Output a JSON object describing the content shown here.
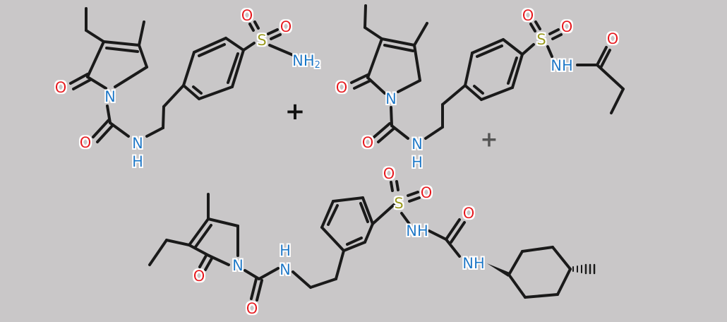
{
  "colors": {
    "background": "#c9c7c8",
    "bond": "#1a1a1a",
    "oxygen": "#e8141b",
    "nitrogen": "#1478c8",
    "sulfur": "#9a9a18",
    "plus_primary": "#111111",
    "plus_secondary": "#555555",
    "halo": "#ffffff"
  },
  "operators": {
    "plus_1": "+",
    "plus_2": "+"
  },
  "molecules": [
    {
      "id": "sulfonamide-intermediate",
      "labels": {
        "o_lactam": "O",
        "n_ring": "N",
        "o_urea": "O",
        "nh_n": "N",
        "nh_h": "H",
        "s": "S",
        "o_s1": "O",
        "o_s2": "O",
        "nh2_n": "NH",
        "nh2_sub": "2"
      }
    },
    {
      "id": "propionyl-sulfonamide",
      "labels": {
        "o_lactam": "O",
        "n_ring": "N",
        "o_urea": "O",
        "nh_n": "N",
        "nh_h": "H",
        "s": "S",
        "o_s1": "O",
        "o_s2": "O",
        "nh": "NH",
        "o_acyl": "O"
      }
    },
    {
      "id": "meta-glimepiride-isomer",
      "labels": {
        "o_lactam": "O",
        "n_ring": "N",
        "o_urea": "O",
        "nh_h": "H",
        "nh_n": "N",
        "s": "S",
        "o_s1": "O",
        "o_s2": "O",
        "nh_sulf": "NH",
        "o_urea2": "O",
        "nh_cyc": "NH"
      }
    }
  ]
}
